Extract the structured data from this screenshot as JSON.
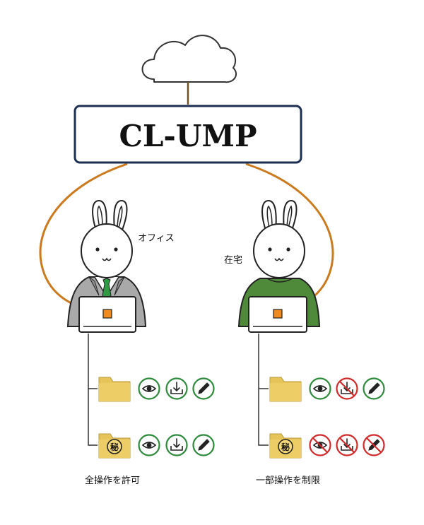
{
  "brand": {
    "title": "CL-UMP"
  },
  "locations": {
    "office": {
      "label": "オフィス"
    },
    "home": {
      "label": "在宅"
    }
  },
  "folders": {
    "secret_mark": "秘"
  },
  "captions": {
    "left": "全操作を許可",
    "right": "一部操作を制限"
  },
  "permissions": {
    "office": {
      "normal": {
        "view": "allowed",
        "download": "allowed",
        "edit": "allowed"
      },
      "secret": {
        "view": "allowed",
        "download": "allowed",
        "edit": "allowed"
      }
    },
    "home": {
      "normal": {
        "view": "allowed",
        "download": "denied",
        "edit": "allowed"
      },
      "secret": {
        "view": "denied",
        "download": "denied",
        "edit": "denied"
      }
    }
  },
  "colors": {
    "connection": "#cc7a1e",
    "allowed": "#2e8b3c",
    "denied": "#d12a2a",
    "folder": "#e7c45a",
    "suit": "#a9a9a9",
    "tie": "#2e9a44",
    "sweater": "#4f8a3a",
    "laptop_port": "#f08a1c",
    "box_border": "#1d2f52"
  },
  "icons": [
    "cloud-icon",
    "eye-icon",
    "download-icon",
    "pen-icon",
    "folder-icon",
    "secret-folder-icon"
  ]
}
